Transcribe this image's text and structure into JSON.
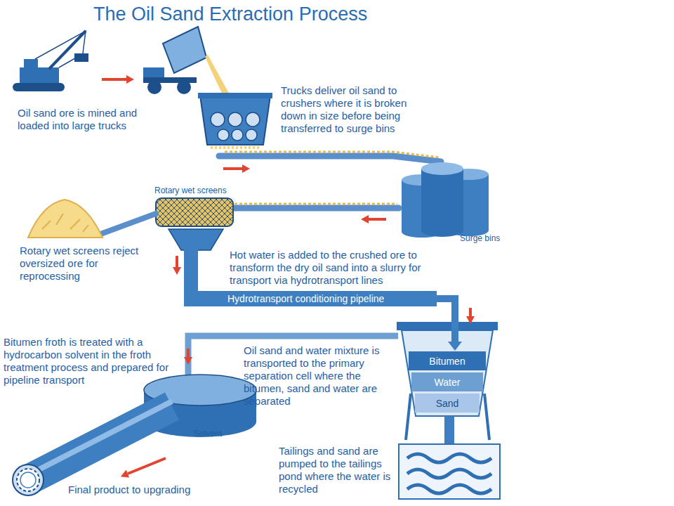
{
  "diagram": {
    "title": "The Oil Sand Extraction Process",
    "nodes": [
      {
        "text": [
          "Hydrotransport conditioning pipeline"
        ]
      },
      {
        "text": [
          "Bitumen"
        ]
      },
      {
        "text": [
          "Water"
        ]
      },
      {
        "text": [
          "Sand"
        ]
      }
    ],
    "edges": [
      {
        "from": 0,
        "to": 1,
        "arrow": "to"
      }
    ],
    "labels": [
      "Oil sand ore is mined and loaded into large trucks",
      "Trucks deliver oil sand to crushers where it is broken down in size before being transferred to surge bins",
      "Rotary wet screens",
      "Surge bins",
      "Rotary wet screens reject oversized ore for reprocessing",
      "Hot water is added to the crushed ore to transform the dry oil sand into a slurry for transport via hydrotransport lines",
      "Bitumen froth is treated with a hydrocarbon solvent in the froth treatment process and prepared for pipeline transport",
      "Oil sand and water mixture is transported to the primary separation cell where the bitumen, sand and water are separated",
      "Solvent",
      "Tailings and sand are pumped to the tailings pond where the water is recycled",
      "Final product to upgrading"
    ]
  }
}
